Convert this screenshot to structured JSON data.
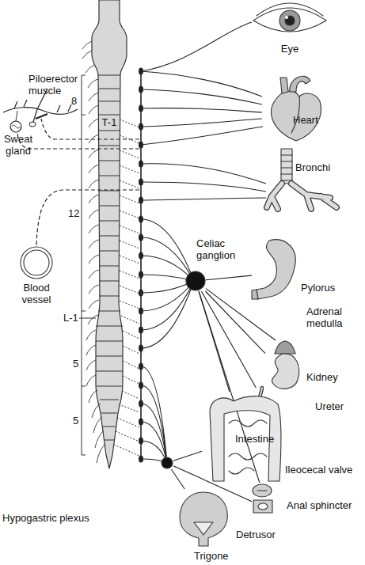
{
  "diagram": {
    "nodes": [
      {
        "text": [
          "Eye"
        ]
      },
      {
        "text": [
          "Heart"
        ]
      },
      {
        "text": [
          "Bronchi"
        ]
      },
      {
        "text": [
          "Blood vessel"
        ]
      },
      {
        "text": [
          "Celiac ganglion"
        ]
      },
      {
        "text": [
          "Pylorus"
        ]
      },
      {
        "text": [
          "Adrenal medulla"
        ]
      },
      {
        "text": [
          "Kidney"
        ]
      },
      {
        "text": [
          "Ureter"
        ]
      },
      {
        "text": [
          "Intestine"
        ]
      },
      {
        "text": [
          "Ileocecal valve"
        ]
      },
      {
        "text": [
          "Anal sphincter"
        ]
      },
      {
        "text": [
          "Hypogastric plexus"
        ]
      },
      {
        "text": [
          "Detrusor",
          "Trigone"
        ]
      }
    ],
    "edges": [
      {
        "from": 4,
        "to": 5,
        "arrow": "none"
      },
      {
        "from": 4,
        "to": 6,
        "arrow": "none"
      },
      {
        "from": 4,
        "to": 7,
        "arrow": "none"
      },
      {
        "from": 4,
        "to": 8,
        "arrow": "none"
      },
      {
        "from": 4,
        "to": 9,
        "arrow": "none"
      },
      {
        "from": 4,
        "to": 10,
        "arrow": "none"
      },
      {
        "from": 12,
        "to": 9,
        "arrow": "none"
      },
      {
        "from": 12,
        "to": 11,
        "arrow": "none"
      },
      {
        "from": 12,
        "to": 13,
        "arrow": "none"
      }
    ],
    "labels": [
      "Piloerector muscle",
      "Sweat gland",
      "8",
      "T-1",
      "12",
      "L-1",
      "5",
      "5"
    ]
  }
}
